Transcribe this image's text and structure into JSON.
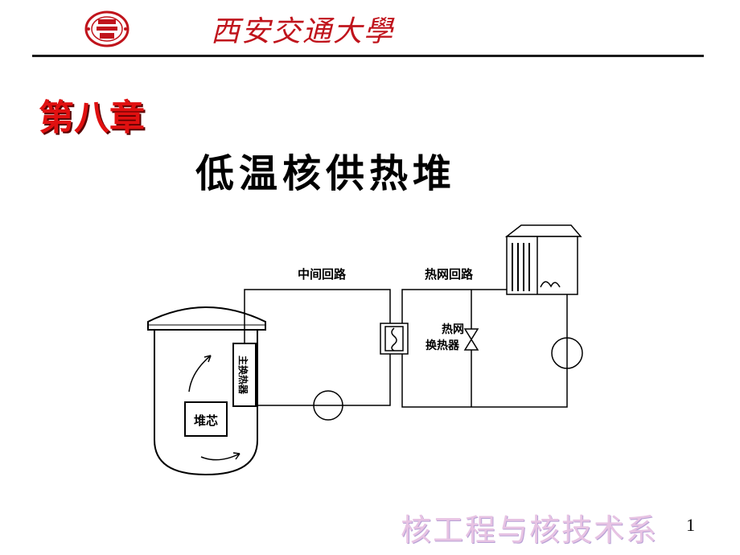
{
  "header": {
    "university_name": "西安交通大學"
  },
  "slide": {
    "chapter": "第八章",
    "title": "低温核供热堆"
  },
  "diagram": {
    "labels": {
      "intermediate_loop": "中间回路",
      "heat_network_loop": "热网回路",
      "heat_network_exchanger_line1": "热网",
      "heat_network_exchanger_line2": "换热器",
      "main_exchanger": "主换热器",
      "core": "堆芯"
    }
  },
  "footer": {
    "department": "核工程与核技术系",
    "page_number": "1"
  }
}
